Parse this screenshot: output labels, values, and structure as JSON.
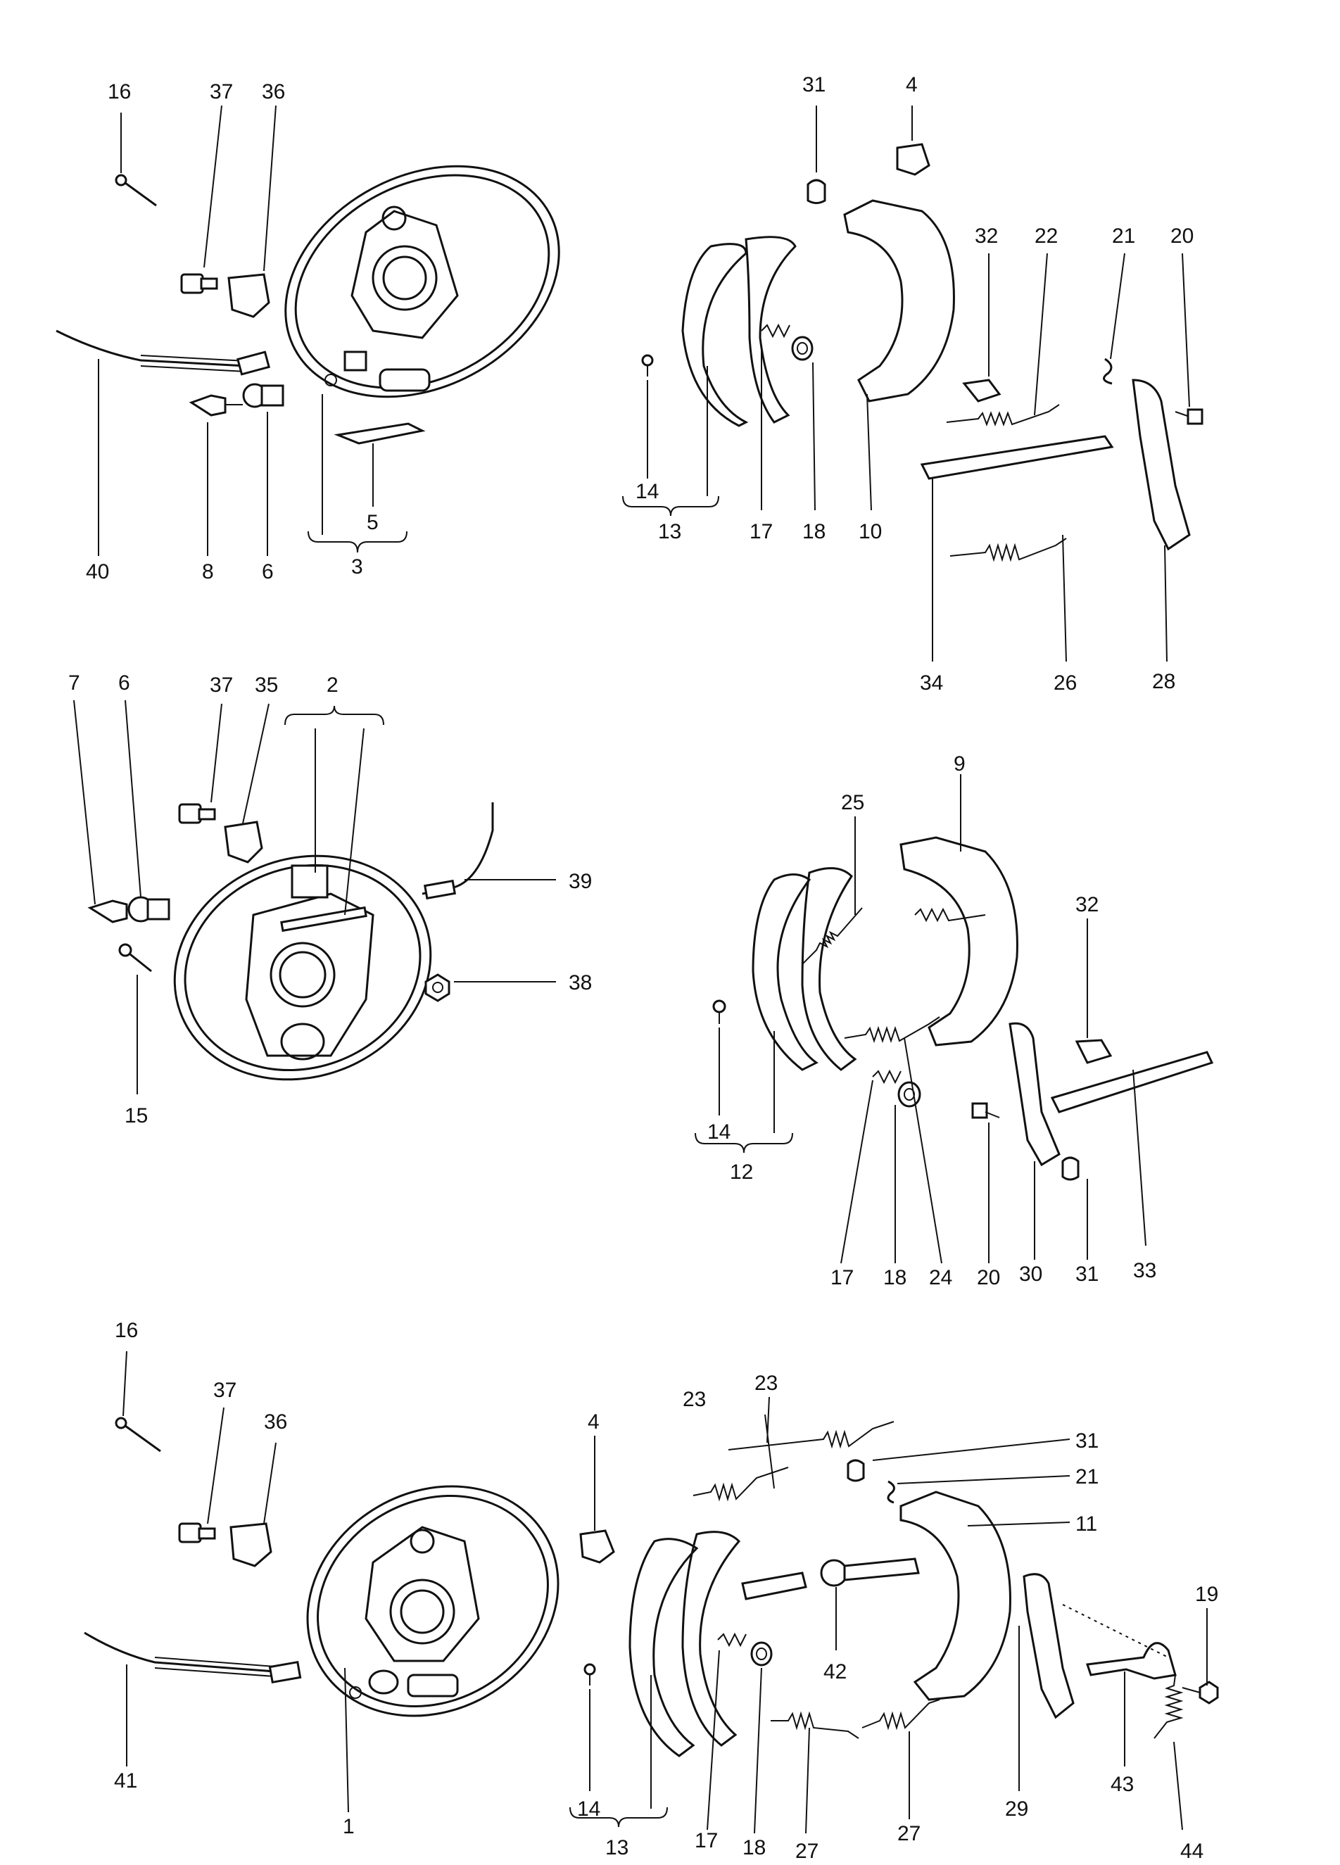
{
  "callouts": {
    "c1": "1",
    "c2": "2",
    "c3a": "3",
    "c4a": "4",
    "c4b": "4",
    "c5": "5",
    "c6a": "6",
    "c6b": "6",
    "c7": "7",
    "c8": "8",
    "c9": "9",
    "c10": "10",
    "c11": "11",
    "c12": "12",
    "c13a": "13",
    "c13b": "13",
    "c14a": "14",
    "c14b": "14",
    "c14c": "14",
    "c15": "15",
    "c16a": "16",
    "c16b": "16",
    "c17a": "17",
    "c17b": "17",
    "c17c": "17",
    "c18a": "18",
    "c18b": "18",
    "c18c": "18",
    "c19": "19",
    "c20a": "20",
    "c20b": "20",
    "c21a": "21",
    "c21b": "21",
    "c22": "22",
    "c23a": "23",
    "c23b": "23",
    "c24": "24",
    "c25": "25",
    "c26": "26",
    "c27a": "27",
    "c27b": "27",
    "c28": "28",
    "c29": "29",
    "c30": "30",
    "c31a": "31",
    "c31b": "31",
    "c31c": "31",
    "c32a": "32",
    "c32b": "32",
    "c33": "33",
    "c34": "34",
    "c35": "35",
    "c36a": "36",
    "c36b": "36",
    "c37a": "37",
    "c37b": "37",
    "c37c": "37",
    "c38": "38",
    "c39": "39",
    "c40": "40",
    "c41": "41",
    "c42": "42",
    "c43": "43",
    "c44": "44"
  }
}
